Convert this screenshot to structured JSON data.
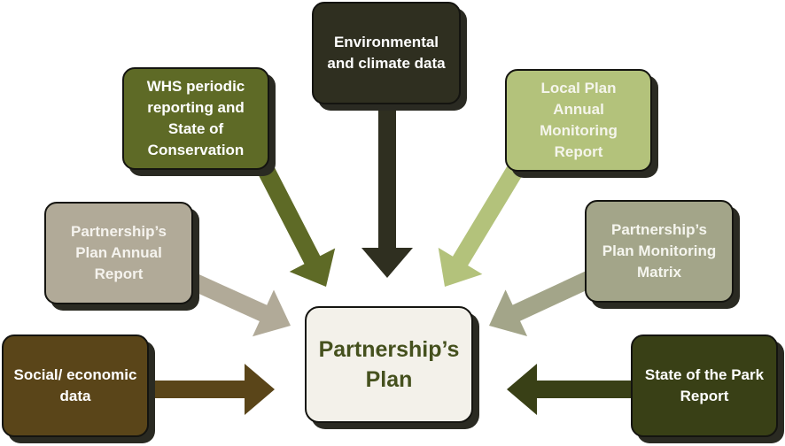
{
  "diagram": {
    "center": {
      "label": "Partnership’s Plan",
      "fill": "#f3f1ea",
      "text_color": "#45511e"
    },
    "sources": [
      {
        "id": "environmental",
        "label": "Environmental and climate data",
        "fill": "#2f2f20",
        "text_color": "#ffffff",
        "arrow_color": "#2f2f20"
      },
      {
        "id": "whs",
        "label": "WHS periodic reporting and State of Conservation",
        "fill": "#5e6a26",
        "text_color": "#ffffff",
        "arrow_color": "#5e6a26"
      },
      {
        "id": "local-plan",
        "label": "Local Plan Annual Monitoring Report",
        "fill": "#b3c27b",
        "text_color": "#f5f5ec",
        "arrow_color": "#b3c27b"
      },
      {
        "id": "partnership-annual",
        "label": "Partnership’s Plan Annual Report",
        "fill": "#b1aa98",
        "text_color": "#f5f3ee",
        "arrow_color": "#b1aa98"
      },
      {
        "id": "partnership-matrix",
        "label": "Partnership’s Plan Monitoring Matrix",
        "fill": "#a3a589",
        "text_color": "#f5f5ee",
        "arrow_color": "#a3a589"
      },
      {
        "id": "social",
        "label": "Social/ economic data",
        "fill": "#5a4519",
        "text_color": "#ffffff",
        "arrow_color": "#5a4519"
      },
      {
        "id": "state-park",
        "label": "State of the Park Report",
        "fill": "#394016",
        "text_color": "#ffffff",
        "arrow_color": "#394016"
      }
    ]
  }
}
